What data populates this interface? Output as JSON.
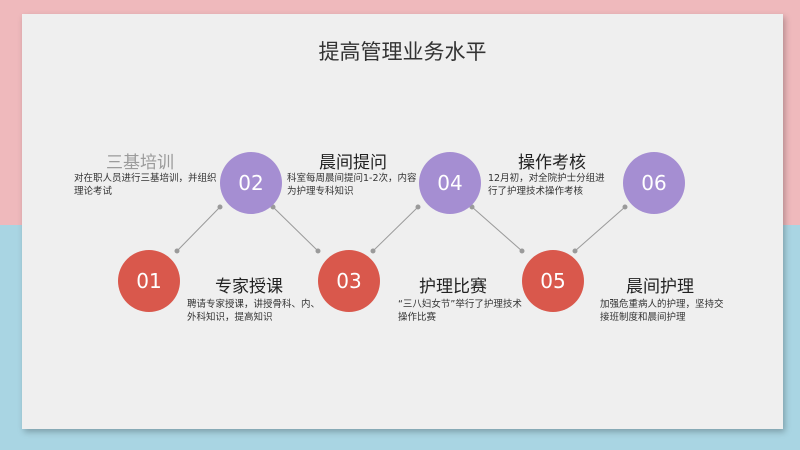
{
  "title": "提高管理业务水平",
  "steps": [
    {
      "num": "01",
      "heading": "专家授课",
      "desc": "聘请专家授课，讲授骨科、内、外科知识，提高知识"
    },
    {
      "num": "02",
      "heading": "三基培训",
      "desc": "对在职人员进行三基培训，并组织理论考试"
    },
    {
      "num": "03",
      "heading": "晨间提问",
      "desc": "科室每周晨间提问1-2次，内容为护理专科知识"
    },
    {
      "num": "04",
      "heading": "护理比赛",
      "desc": "“三八妇女节”举行了护理技术操作比赛"
    },
    {
      "num": "05",
      "heading": "操作考核",
      "desc": "12月初，对全院护士分组进行了护理技术操作考核"
    },
    {
      "num": "06",
      "heading": "晨间护理",
      "desc": "加强危重病人的护理，坚持交接班制度和晨间护理"
    }
  ],
  "colors": {
    "odd": "#d9584c",
    "even": "#a58ed2",
    "connector": "#9a9a9a"
  }
}
